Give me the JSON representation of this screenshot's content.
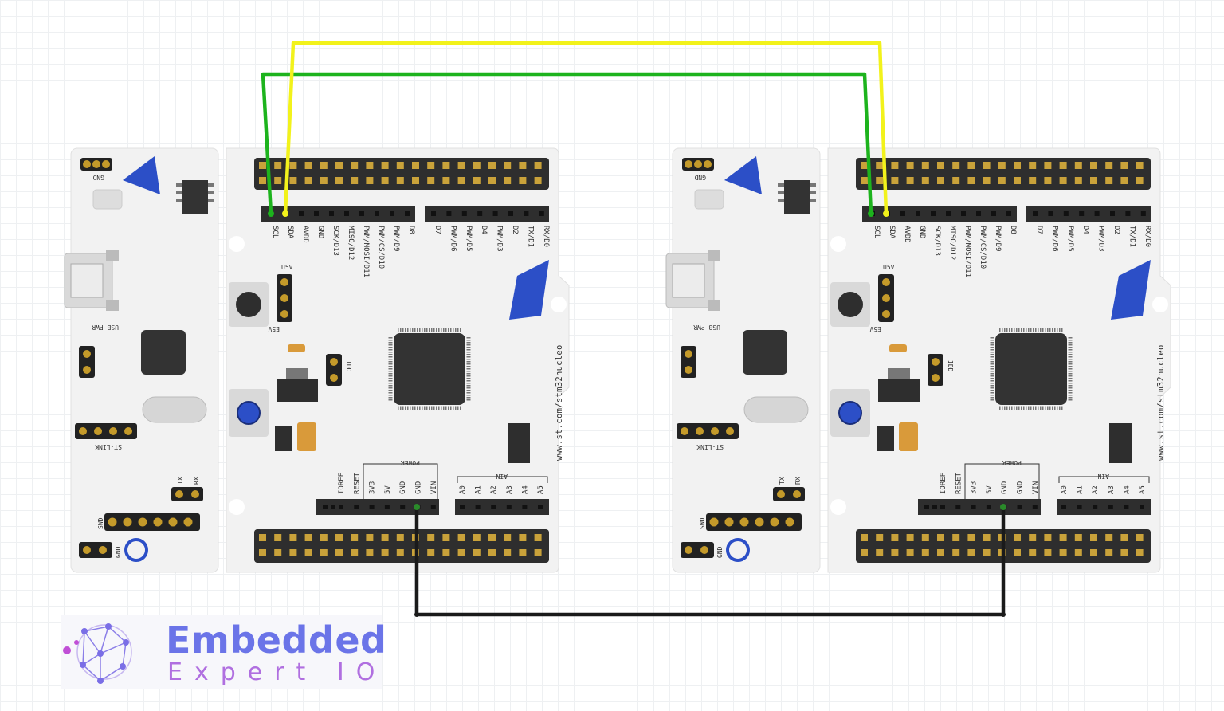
{
  "boards": [
    {
      "id": "board-left",
      "url": "www.st.com/stm32nucleo",
      "top_pins": [
        "SCL",
        "SDA",
        "AVDD",
        "GND",
        "SCK/D13",
        "MISO/D12",
        "PWM/MOSI/D11",
        "PWM/CS/D10",
        "PWM/D9",
        "D8"
      ],
      "top_pins_right": [
        "D7",
        "PWM/D6",
        "PWM/D5",
        "D4",
        "PWM/D3",
        "D2",
        "TX/D1",
        "RX/D0"
      ],
      "power_pins": [
        "IOREF",
        "RESET",
        "3V3",
        "5V",
        "GND",
        "GND",
        "VIN"
      ],
      "ain_pins": [
        "A0",
        "A1",
        "A2",
        "A3",
        "A4",
        "A5"
      ],
      "power_label": "POWER",
      "ain_label": "AIN",
      "labels": {
        "gnd_top": "GND",
        "usb_pwr": "USB PWR",
        "u5v": "U5V",
        "e5v": "E5V",
        "idd": "IDD",
        "st_link": "ST-LINK",
        "tx": "TX",
        "rx": "RX",
        "swd": "SWD",
        "gnd_bottom": "GND"
      }
    },
    {
      "id": "board-right",
      "url": "www.st.com/stm32nucleo",
      "top_pins": [
        "SCL",
        "SDA",
        "AVDD",
        "GND",
        "SCK/D13",
        "MISO/D12",
        "PWM/MOSI/D11",
        "PWM/CS/D10",
        "PWM/D9",
        "D8"
      ],
      "top_pins_right": [
        "D7",
        "PWM/D6",
        "PWM/D5",
        "D4",
        "PWM/D3",
        "D2",
        "TX/D1",
        "RX/D0"
      ],
      "power_pins": [
        "IOREF",
        "RESET",
        "3V3",
        "5V",
        "GND",
        "GND",
        "VIN"
      ],
      "ain_pins": [
        "A0",
        "A1",
        "A2",
        "A3",
        "A4",
        "A5"
      ],
      "power_label": "POWER",
      "ain_label": "AIN",
      "labels": {
        "gnd_top": "GND",
        "usb_pwr": "USB PWR",
        "u5v": "U5V",
        "e5v": "E5V",
        "idd": "IDD",
        "st_link": "ST-LINK",
        "tx": "TX",
        "rx": "RX",
        "swd": "SWD",
        "gnd_bottom": "GND"
      }
    }
  ],
  "wires": [
    {
      "name": "scl-wire",
      "from": "board-left.SCL",
      "to": "board-right.SCL",
      "color": "#1db31d"
    },
    {
      "name": "sda-wire",
      "from": "board-left.SDA",
      "to": "board-right.SDA",
      "color": "#f2f21b"
    },
    {
      "name": "gnd-wire",
      "from": "board-left.GND",
      "to": "board-right.GND",
      "color": "#1a1a1a"
    }
  ],
  "logo": {
    "title": "Embedded",
    "subtitle": "Expert IO"
  },
  "colors": {
    "board": "#f2f2f2",
    "header": "#2e2e2e",
    "chip": "#333333",
    "st_blue": "#2c4fc7"
  }
}
